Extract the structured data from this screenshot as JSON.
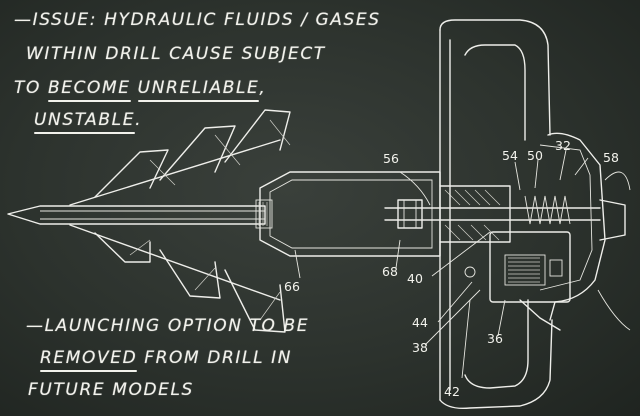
{
  "note_top": {
    "line1": "—ISSUE:  HYDRAULIC FLUIDS / GASES",
    "line2": "WITHIN DRILL CAUSE SUBJECT",
    "line3_a": "TO ",
    "line3_b": "BECOME",
    "line3_c": " ",
    "line3_d": "UNRELIABLE",
    "line3_e": ",",
    "line4_a": "UNSTABLE",
    "line4_b": "."
  },
  "note_bottom": {
    "line1": "—LAUNCHING OPTION TO BE",
    "line2_a": "REMOVED",
    "line2_b": " FROM DRILL IN",
    "line3": "FUTURE MODELS"
  },
  "part_labels": {
    "p56": "56",
    "p54": "54",
    "p50": "50",
    "p32": "32",
    "p58": "58",
    "p68": "68",
    "p40": "40",
    "p66": "66",
    "p44": "44",
    "p38": "38",
    "p36": "36",
    "p42": "42"
  }
}
